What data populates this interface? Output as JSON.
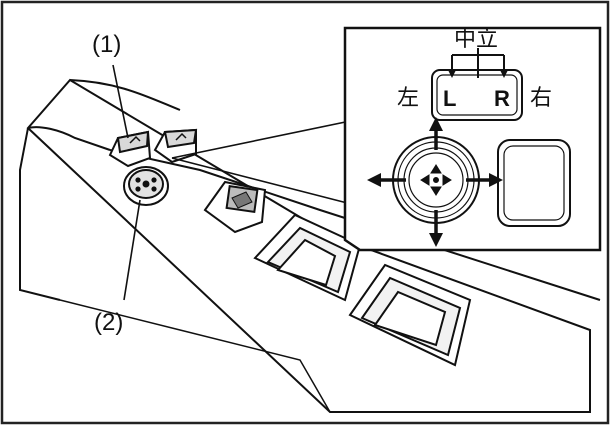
{
  "callouts": {
    "mirror_select_label": "(1)",
    "mirror_adjust_label": "(2)"
  },
  "inset": {
    "neutral_label": "中立",
    "left_label": "左",
    "right_label": "右",
    "key_l": "L",
    "key_r": "R"
  },
  "colors": {
    "line": "#111111",
    "panel_fill": "#ffffff",
    "shade": "#cfcfcf"
  }
}
